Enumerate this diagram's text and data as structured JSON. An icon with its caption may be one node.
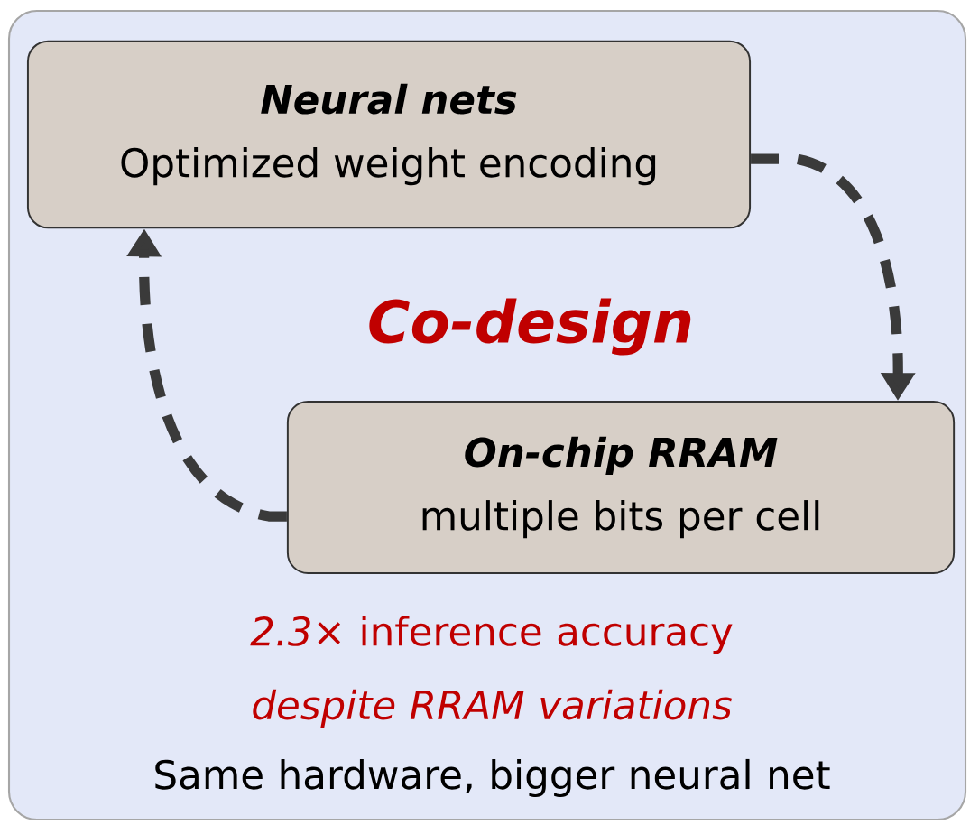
{
  "diagram": {
    "nodes": [
      {
        "text": [
          "Neural nets",
          "Optimized weight encoding"
        ]
      },
      {
        "text": [
          "On-chip RRAM",
          "multiple bits per cell"
        ]
      }
    ],
    "edges": [
      {
        "from": 0,
        "to": 1,
        "arrow": "to",
        "style": "dashed"
      },
      {
        "from": 1,
        "to": 0,
        "arrow": "to",
        "style": "dashed"
      }
    ],
    "labels": [
      "Co-design",
      "*2.3*× inference accuracy *despite RRAM variations*",
      "Same hardware, bigger neural net"
    ]
  }
}
